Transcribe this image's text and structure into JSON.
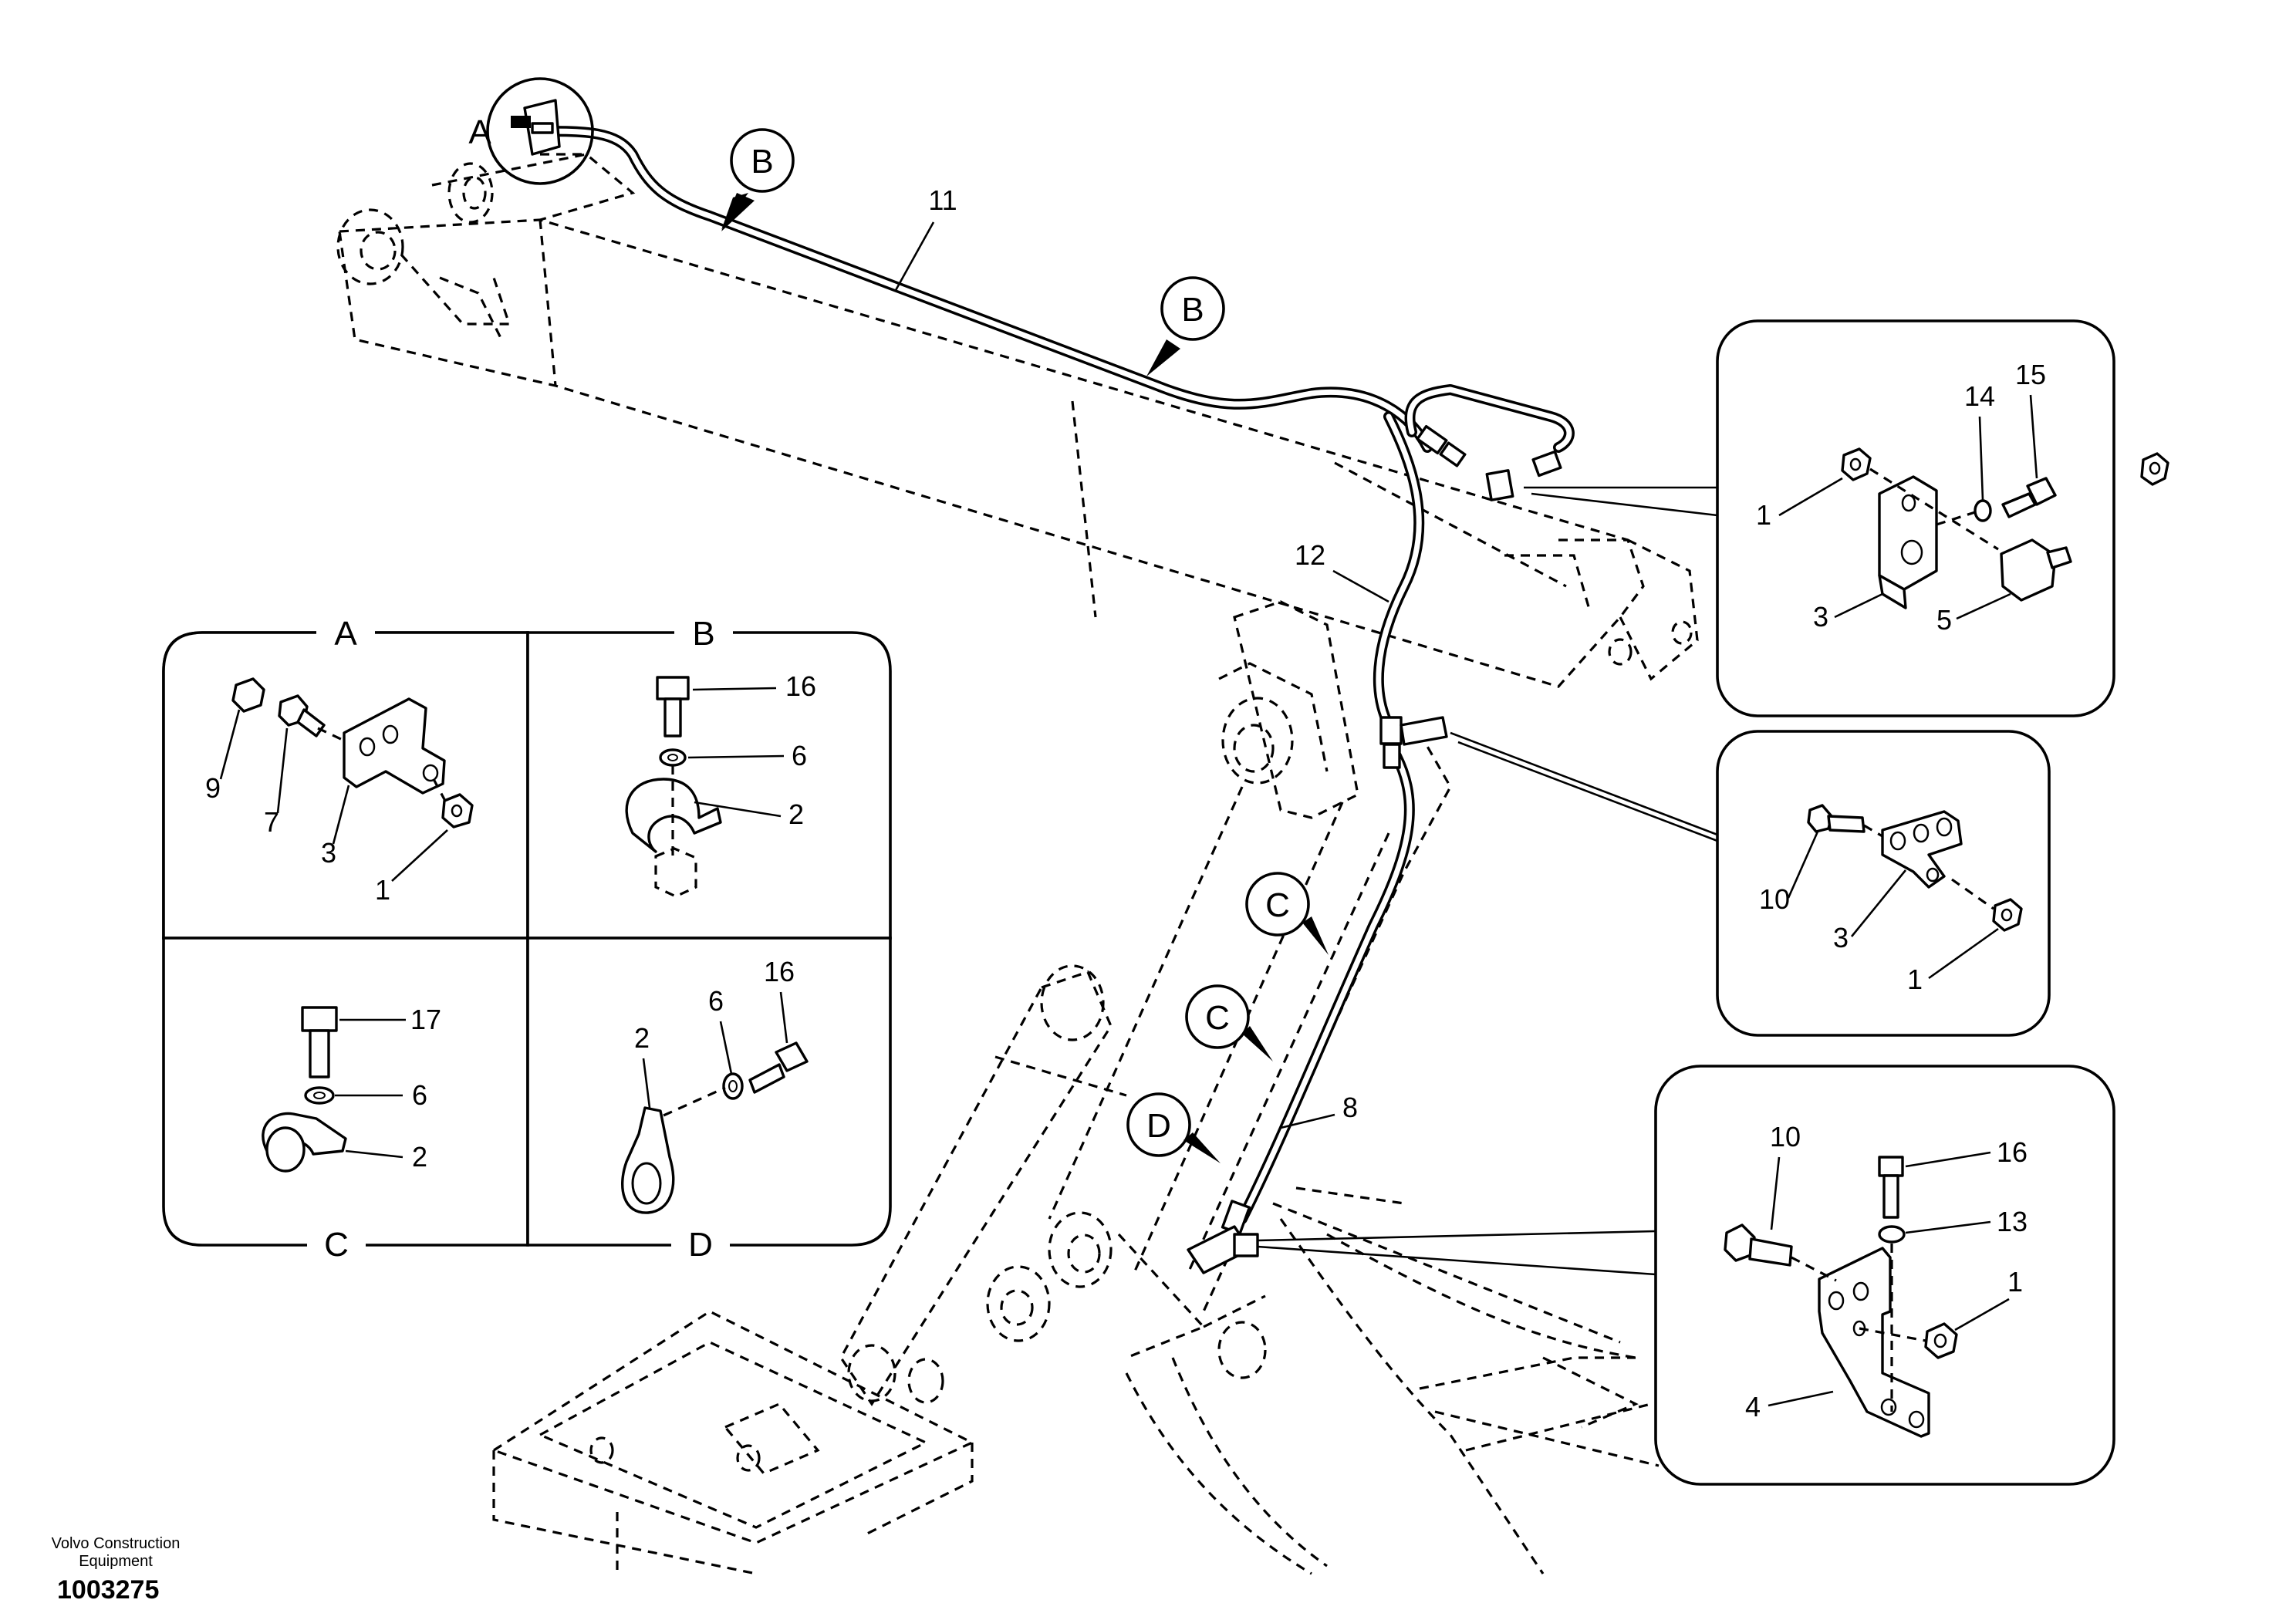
{
  "footer": {
    "company_line1": "Volvo Construction",
    "company_line2": "Equipment",
    "drawing_number": "1003275"
  },
  "views": {
    "A": "A",
    "B": "B",
    "C": "C",
    "D": "D"
  },
  "callouts": {
    "p1": "1",
    "p2": "2",
    "p3": "3",
    "p4": "4",
    "p5": "5",
    "p6": "6",
    "p7": "7",
    "p8": "8",
    "p9": "9",
    "p10": "10",
    "p11": "11",
    "p12": "12",
    "p13": "13",
    "p14": "14",
    "p15": "15",
    "p16": "16",
    "p17": "17"
  }
}
